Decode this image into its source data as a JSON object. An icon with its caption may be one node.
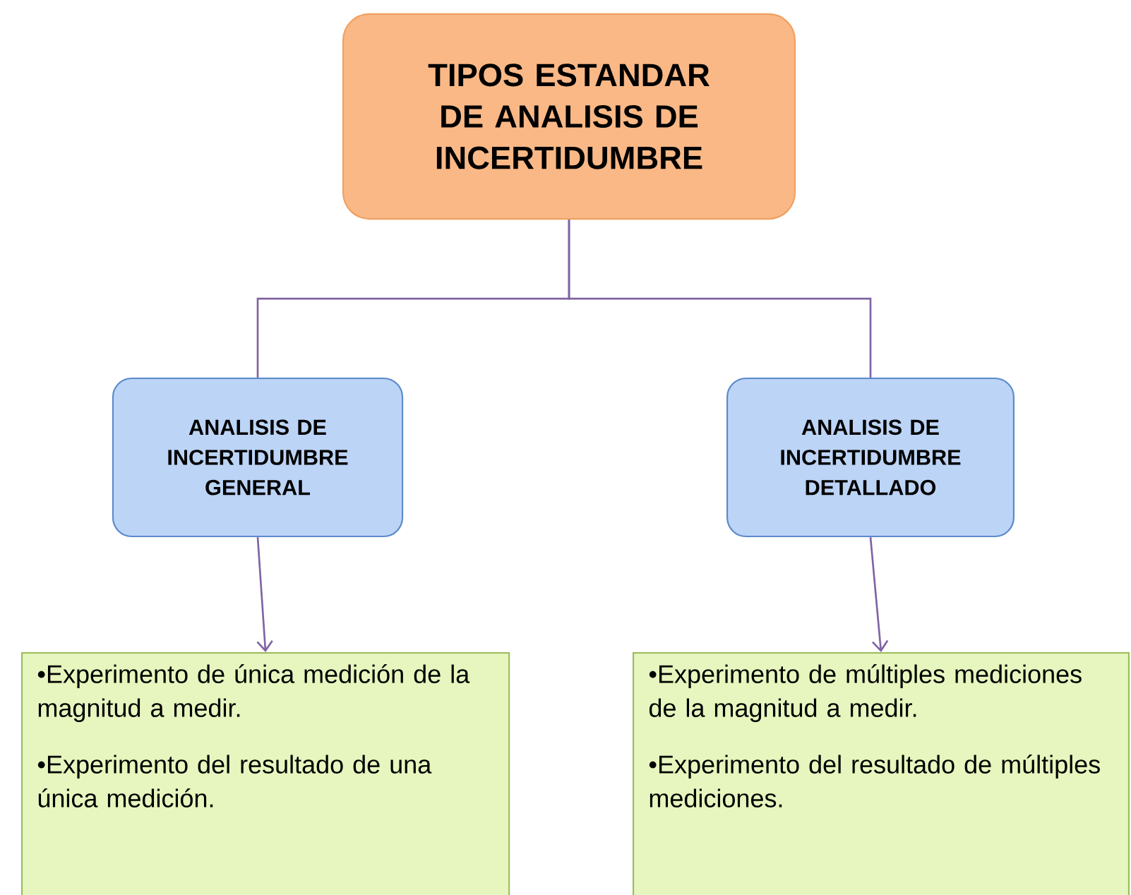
{
  "diagram": {
    "nodes": [
      {
        "text": [
          "TIPOS ESTANDAR DE ANALISIS DE INCERTIDUMBRE"
        ]
      },
      {
        "text": [
          "ANALISIS DE INCERTIDUMBRE GENERAL"
        ]
      },
      {
        "text": [
          "ANALISIS DE INCERTIDUMBRE DETALLADO"
        ]
      },
      {
        "text": [
          "•Experimento de única medición de la magnitud a medir.",
          "•Experimento del resultado de una única medición."
        ]
      },
      {
        "text": [
          "•Experimento de múltiples mediciones de la magnitud a medir.",
          "•Experimento del resultado de múltiples mediciones."
        ]
      }
    ],
    "edges": [
      {
        "from": 0,
        "to": 1,
        "arrow": "none"
      },
      {
        "from": 0,
        "to": 2,
        "arrow": "none"
      },
      {
        "from": 1,
        "to": 3,
        "arrow": "to"
      },
      {
        "from": 2,
        "to": 4,
        "arrow": "to"
      }
    ]
  }
}
